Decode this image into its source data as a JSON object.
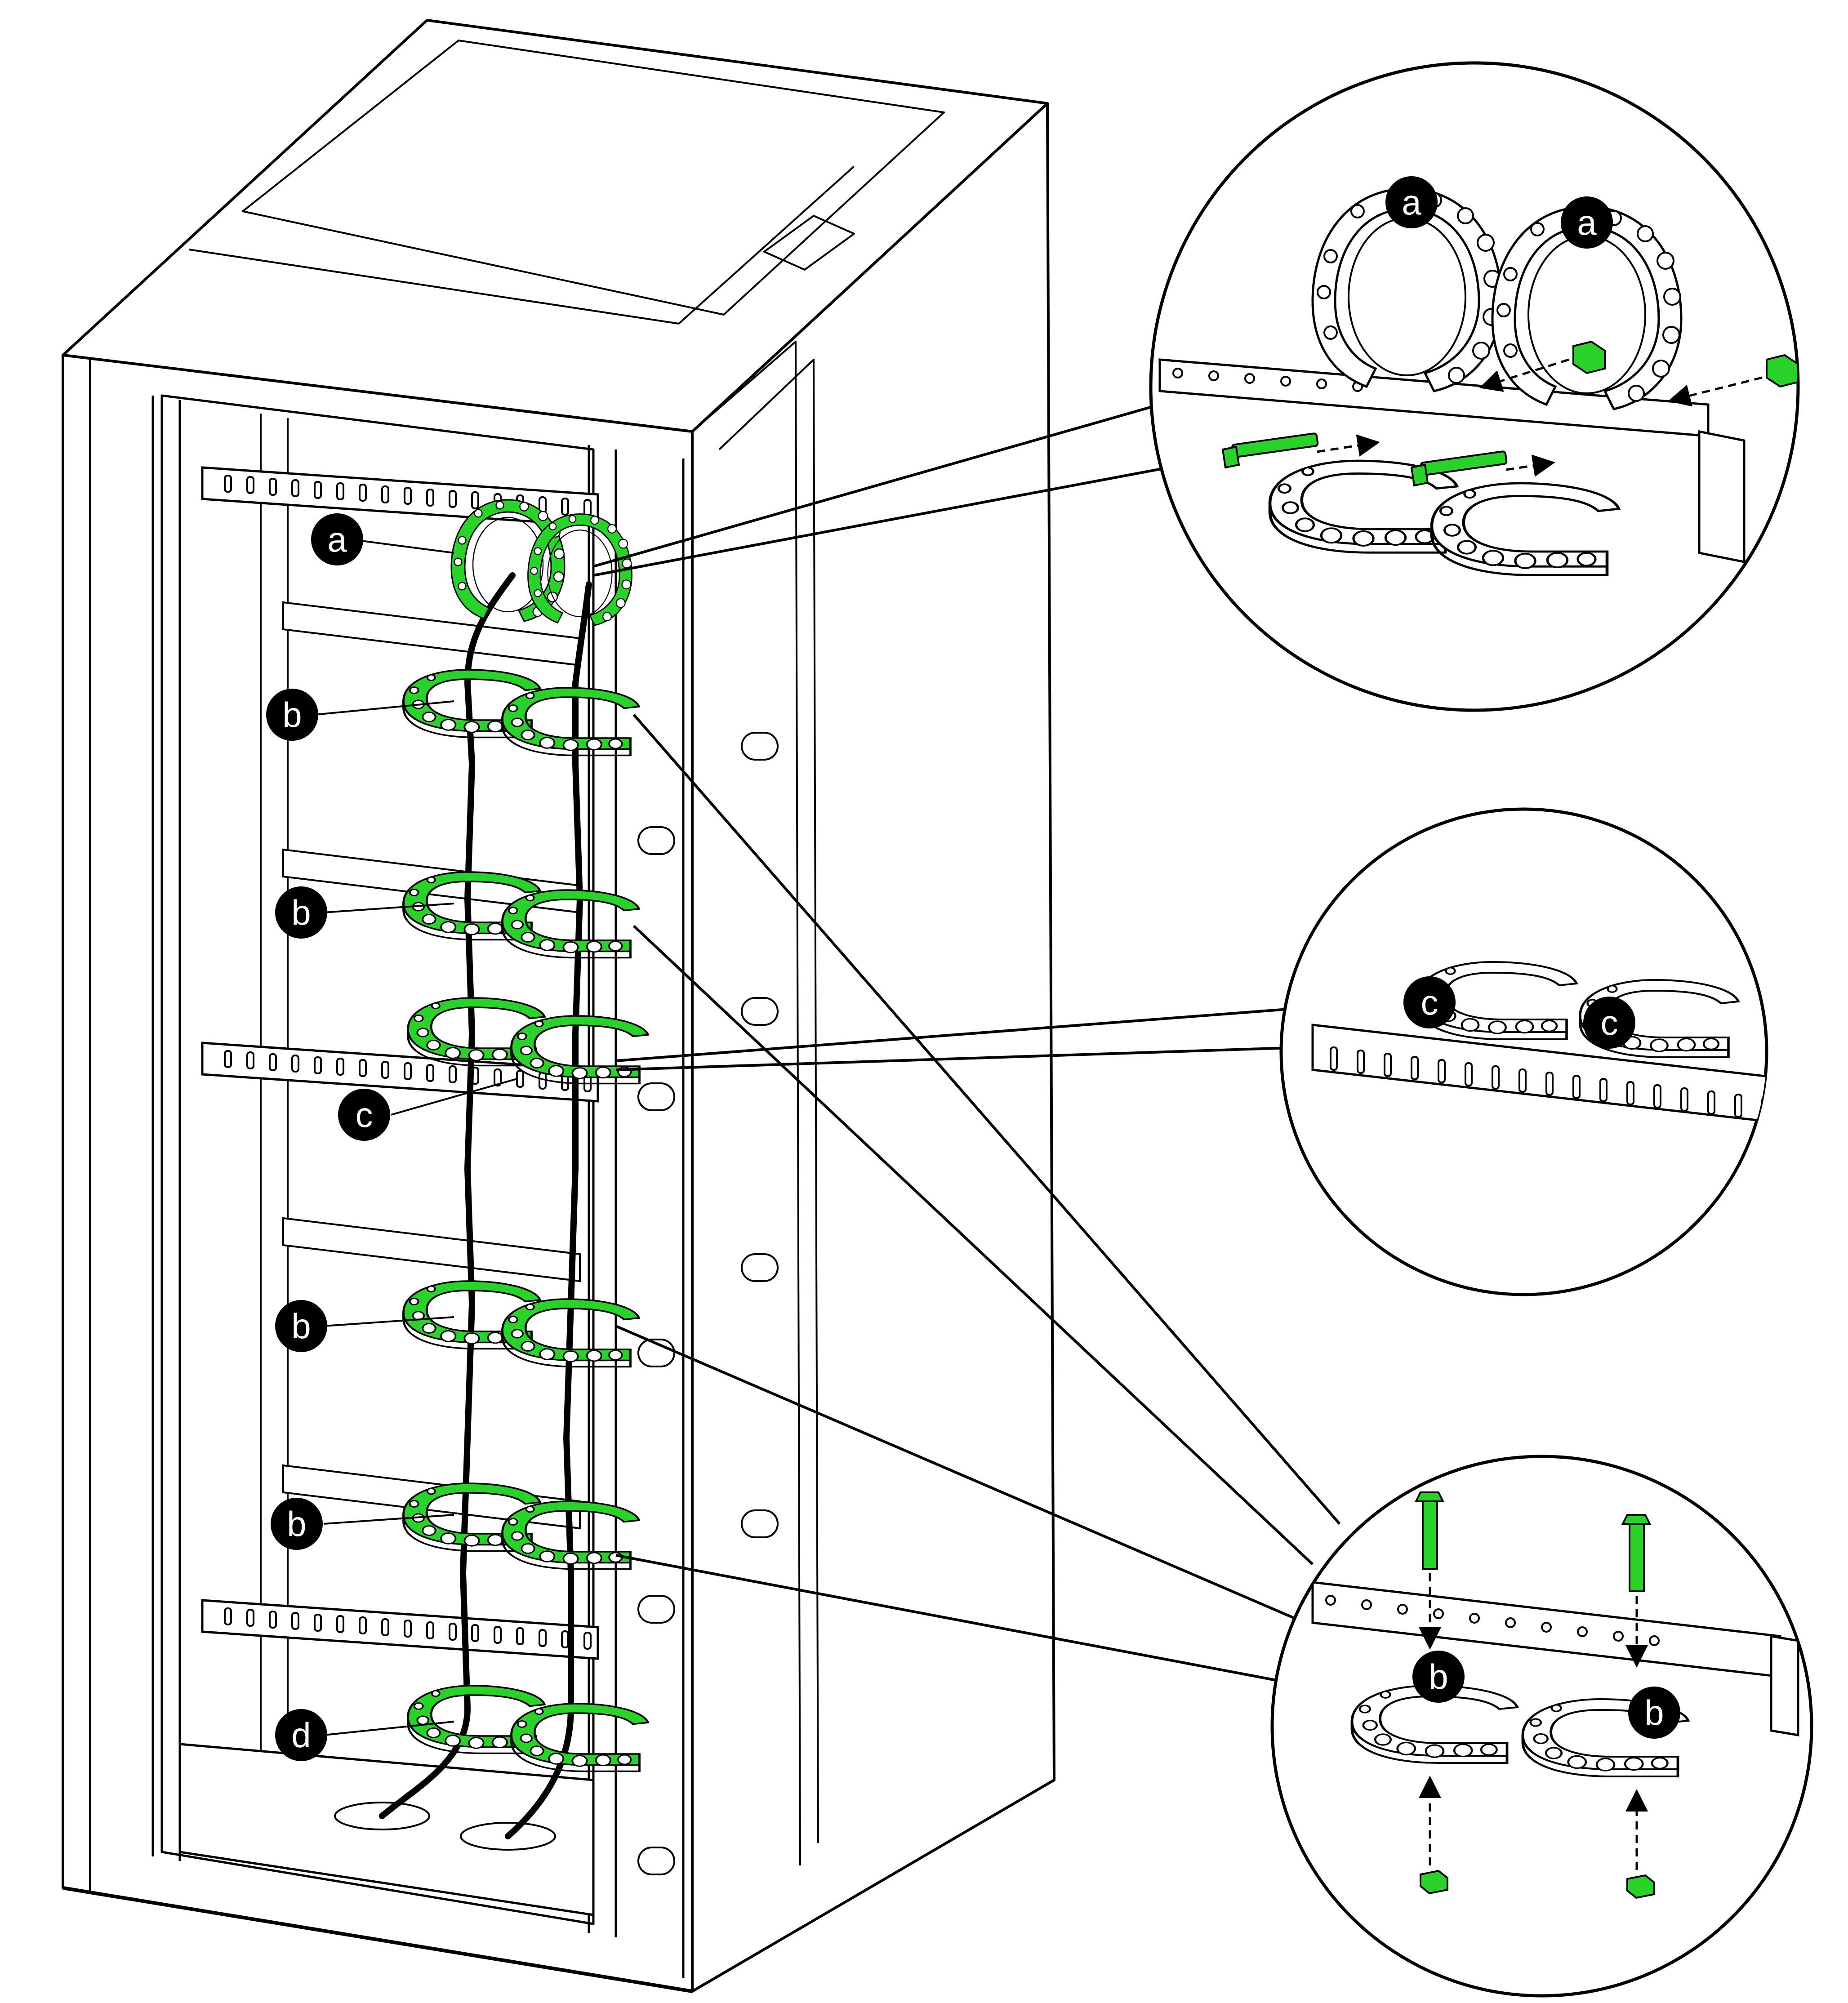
{
  "colors": {
    "line": "#000000",
    "highlight": "#22cc22",
    "highlight_dark": "#0f7a0f",
    "background": "#ffffff",
    "callout_fill": "#000000",
    "callout_text": "#ffffff"
  },
  "callouts": {
    "cabinet_a": "a",
    "cabinet_b1": "b",
    "cabinet_b2": "b",
    "cabinet_c": "c",
    "cabinet_b3": "b",
    "cabinet_b4": "b",
    "cabinet_d": "d",
    "detail_top_a1": "a",
    "detail_top_a2": "a",
    "detail_mid_c1": "c",
    "detail_mid_c2": "c",
    "detail_bottom_b1": "b",
    "detail_bottom_b2": "b"
  },
  "icons": {
    "cabinet": "rack-cabinet-drawing",
    "bracket": "cable-bracket-icon",
    "bolt": "bolt-icon",
    "nut": "nut-icon"
  }
}
